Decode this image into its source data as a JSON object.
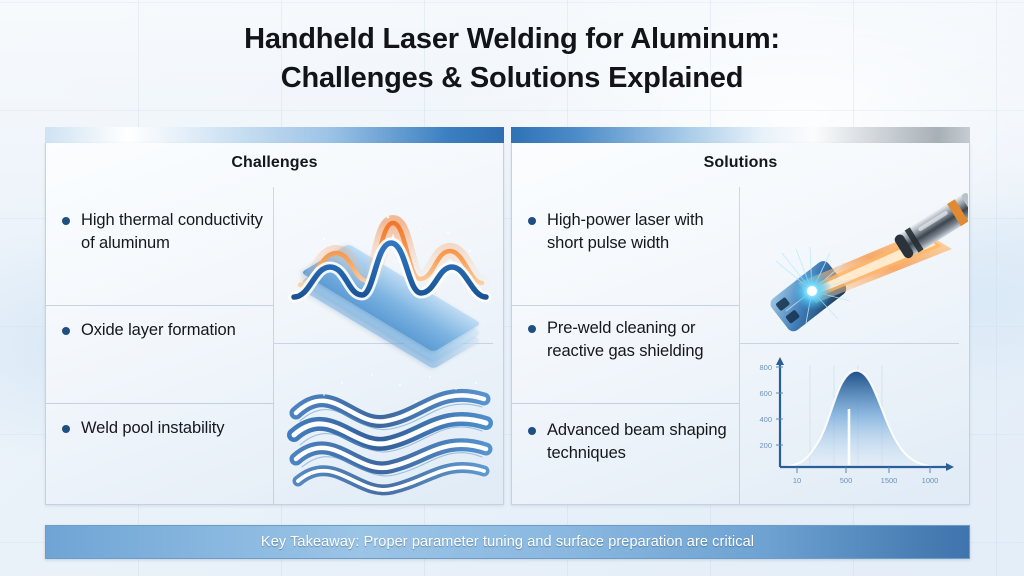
{
  "title": {
    "line1": "Handheld Laser Welding for Aluminum:",
    "line2": "Challenges & Solutions Explained"
  },
  "panels": {
    "left": {
      "heading": "Challenges",
      "bullets": [
        "High thermal conductivity of aluminum",
        "Oxide layer formation",
        "Weld pool instability"
      ],
      "illustrations": [
        "thermal-conductivity-wave-plate-illustration",
        "weld-pool-instability-waves-illustration"
      ]
    },
    "right": {
      "heading": "Solutions",
      "bullets": [
        "High-power laser with short pulse width",
        "Pre-weld cleaning or reactive gas shielding",
        "Advanced beam shaping techniques"
      ],
      "illustrations": [
        "handheld-laser-welder-beam-illustration",
        "pulse-distribution-chart-illustration"
      ]
    }
  },
  "footer": {
    "text": "Key Takeaway: Proper parameter tuning and surface preparation are critical"
  },
  "chart_data": {
    "type": "line",
    "title": "",
    "xlabel": "",
    "ylabel": "",
    "x_ticks": [
      "10",
      "500",
      "1500",
      "1000"
    ],
    "y_ticks": [
      "800",
      "600",
      "400",
      "200"
    ],
    "x": [
      0,
      60,
      130,
      200,
      260,
      310,
      360,
      420,
      500,
      600,
      700,
      800,
      900,
      1000
    ],
    "values": [
      10,
      25,
      55,
      120,
      260,
      470,
      680,
      790,
      700,
      470,
      270,
      150,
      80,
      45
    ],
    "ylim": [
      0,
      850
    ],
    "xlim": [
      0,
      1000
    ],
    "grid": true,
    "legend_position": "none",
    "fill": true,
    "marker_line_x": 360
  },
  "colors": {
    "accent_blue": "#2f72b5",
    "bullet_dot": "#1e4e82",
    "title_text": "#121417",
    "footer_band": "#7aadda",
    "panel_bg": "#f4f8fc",
    "laser_beam_orange": "#f08a3c",
    "spark_cyan": "#37c8f5"
  }
}
